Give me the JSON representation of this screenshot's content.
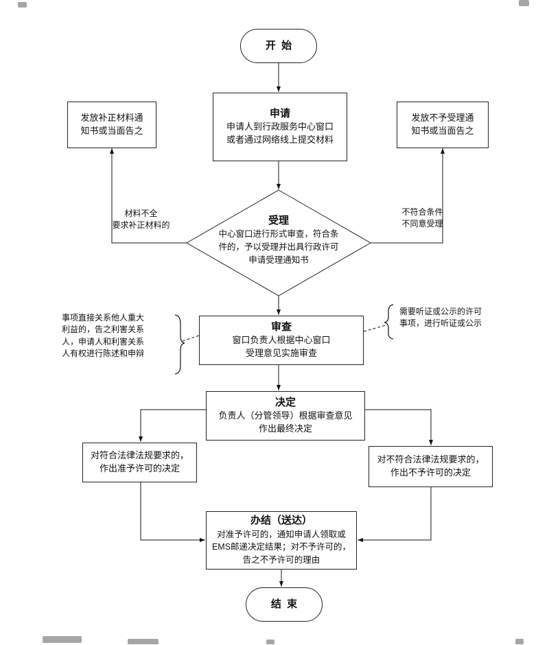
{
  "nodes": {
    "start": {
      "label": "开始"
    },
    "apply": {
      "title": "申请",
      "body": "申请人到行政服务中心窗口\n或者通过网络线上提交材料"
    },
    "accept": {
      "title": "受理",
      "body": "中心窗口进行形式审查，符合条\n件的，予以受理并出具行政许可\n申请受理通知书"
    },
    "notice_supplement": {
      "label": "发放补正材料通\n知书或当面告之"
    },
    "notice_reject": {
      "label": "发放不予受理通\n知书或当面告之"
    },
    "review": {
      "title": "审查",
      "body": "窗口负责人根据中心窗口\n受理意见实施审查"
    },
    "decide": {
      "title": "决定",
      "body": "负责人（分管领导）根据审查意见\n作出最终决定"
    },
    "approve": {
      "label": "对符合法律法规要求的，\n作出准予许可的决定"
    },
    "deny": {
      "label": "对不符合法律法规要求的，\n作出不予许可的决定"
    },
    "finish": {
      "title": "办结（送达）",
      "body": "对准予许可的，通知申请人领取或\nEMS邮递决定结果；对不予许可的，\n告之不予许可的理由"
    },
    "end": {
      "label": "结束"
    }
  },
  "edge_labels": {
    "left": "材料不全\n要求补正材料的",
    "right": "不符合条件\n不同意受理"
  },
  "annotations": {
    "left": "事项直接关系他人重大\n利益的，告之利害关系\n人，申请人和利害关系\n人有权进行陈述和申辩",
    "right": "需要听证或公示的许可\n事项，进行听证或公示"
  }
}
